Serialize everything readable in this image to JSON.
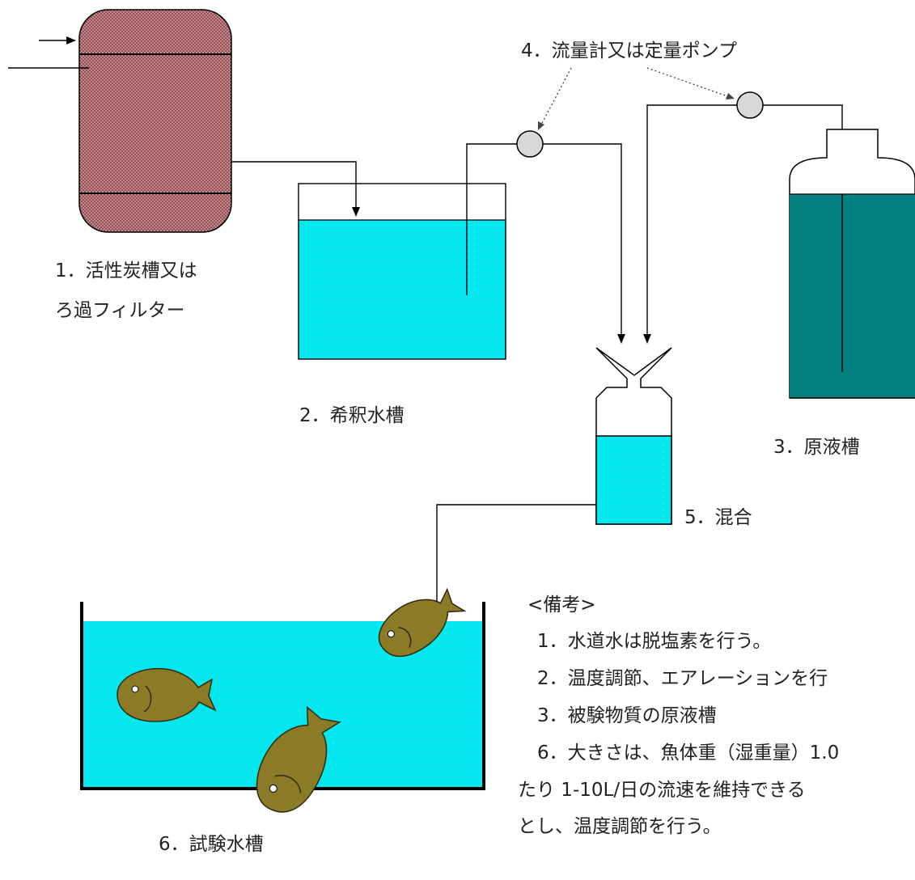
{
  "labels": {
    "carbon_tank": [
      "1．活性炭槽又は",
      "ろ過フィルター"
    ],
    "dilution_tank": "2．希釈水槽",
    "stock_tank": "3．原液槽",
    "pump": "4．流量計又は定量ポンプ",
    "mixing": "5．混合",
    "test_tank": "6．試験水槽"
  },
  "notes": {
    "heading": "<備考>",
    "lines": [
      "1．水道水は脱塩素を行う。",
      "2．温度調節、エアレーションを行",
      "3．被験物質の原液槽",
      "6．大きさは、魚体重（湿重量）1.0",
      "たり 1-10L/日の流速を維持できる",
      "とし、温度調節を行う。"
    ]
  },
  "colors": {
    "water": "#00e5ee",
    "stock_liquid": "#008080",
    "carbon_fill": "#b8797c",
    "pump_fill": "#d8d8d8",
    "fish": "#8b7a26"
  }
}
